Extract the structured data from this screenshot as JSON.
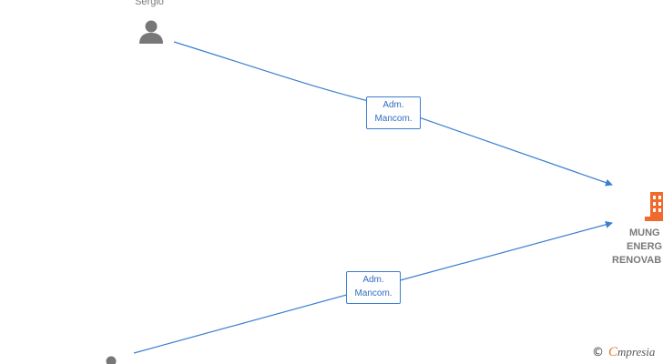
{
  "nodes": {
    "person_top": {
      "name": "Sergio"
    },
    "person_bottom": {
      "name": ""
    },
    "company": {
      "lines": [
        "MUNG",
        "ENERG",
        "RENOVAB"
      ]
    }
  },
  "edges": [
    {
      "label_line1": "Adm.",
      "label_line2": "Mancom."
    },
    {
      "label_line1": "Adm.",
      "label_line2": "Mancom."
    }
  ],
  "watermark": {
    "copyright": "©",
    "brand_first": "C",
    "brand_rest": "mpresia"
  },
  "colors": {
    "edge": "#3a7fd0",
    "person_icon": "#777777",
    "company_icon": "#f06a2e"
  }
}
